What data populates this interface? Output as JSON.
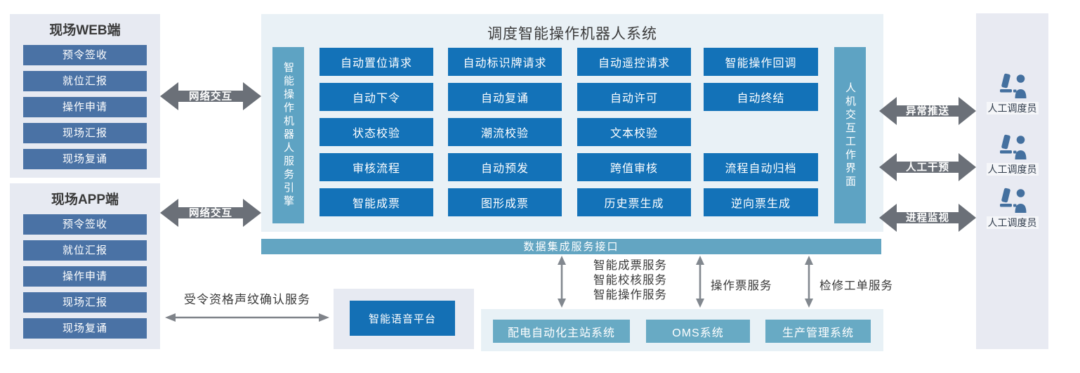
{
  "colors": {
    "panel_light": "#e7eaf2",
    "main_panel_bg": "#e9f1f6",
    "slate_button": "#4a72a5",
    "azure_button": "#1372b8",
    "teal_bar": "#5ea3c3",
    "teal_button": "#68aac4",
    "fat_arrow_gray": "#6b7078",
    "thin_arrow_gray": "#82888f",
    "icon_blue": "#44709f"
  },
  "web_panel": {
    "title": "现场WEB端",
    "items": [
      "预令签收",
      "就位汇报",
      "操作申请",
      "现场汇报",
      "现场复诵"
    ]
  },
  "app_panel": {
    "title": "现场APP端",
    "items": [
      "预令签收",
      "就位汇报",
      "操作申请",
      "现场汇报",
      "现场复诵"
    ]
  },
  "network_arrows": {
    "top": "网络交互",
    "bottom": "网络交互"
  },
  "main_system": {
    "title": "调度智能操作机器人系统",
    "left_bar": "智能操作机器人服务引擎",
    "right_bar": "人机交互工作界面",
    "grid_rows": [
      [
        "自动置位请求",
        "自动标识牌请求",
        "自动遥控请求",
        "智能操作回调"
      ],
      [
        "自动下令",
        "自动复诵",
        "自动许可",
        "自动终结"
      ],
      [
        "状态校验",
        "潮流校验",
        "文本校验"
      ],
      [
        "审核流程",
        "自动预发",
        "跨值审核",
        "流程自动归档"
      ],
      [
        "智能成票",
        "图形成票",
        "历史票生成",
        "逆向票生成"
      ]
    ]
  },
  "data_bar": {
    "label": "数据集成服务接口"
  },
  "right_arrows": [
    {
      "label": "异常推送"
    },
    {
      "label": "人工干预"
    },
    {
      "label": "进程监视"
    }
  ],
  "dispatchers": [
    {
      "label": "人工调度员"
    },
    {
      "label": "人工调度员"
    },
    {
      "label": "人工调度员"
    }
  ],
  "voice": {
    "arrow_label": "受令资格声纹确认服务",
    "platform": "智能语音平台"
  },
  "integration": {
    "service_group_lines": [
      "智能成票服务",
      "智能校核服务",
      "智能操作服务"
    ],
    "service_oms": "操作票服务",
    "service_pms": "检修工单服务",
    "systems": [
      "配电自动化主站系统",
      "OMS系统",
      "生产管理系统"
    ]
  }
}
